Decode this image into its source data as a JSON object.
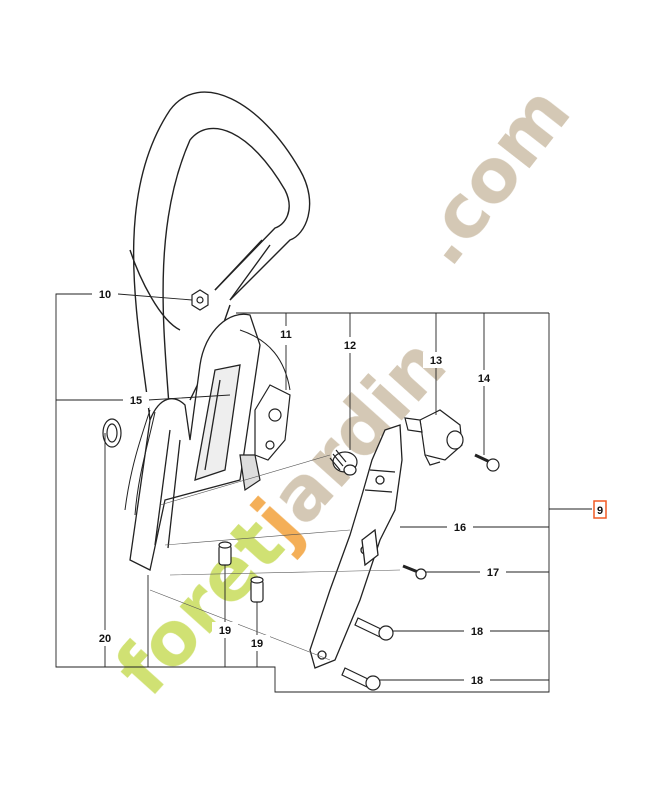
{
  "callouts": {
    "c9": "9",
    "c10": "10",
    "c11": "11",
    "c12": "12",
    "c13": "13",
    "c14": "14",
    "c15": "15",
    "c16": "16",
    "c17": "17",
    "c18a": "18",
    "c18b": "18",
    "c19a": "19",
    "c19b": "19",
    "c20": "20"
  },
  "watermark": {
    "part_green": "foret",
    "part_orange": "j",
    "part_tan": "ardin",
    "suffix": ".com"
  },
  "colors": {
    "line": "#222222",
    "watermark_green": "#c8dc5a",
    "watermark_orange": "#f2a13a",
    "watermark_tan": "#cdbfa8",
    "highlight_border": "#f15a24"
  }
}
